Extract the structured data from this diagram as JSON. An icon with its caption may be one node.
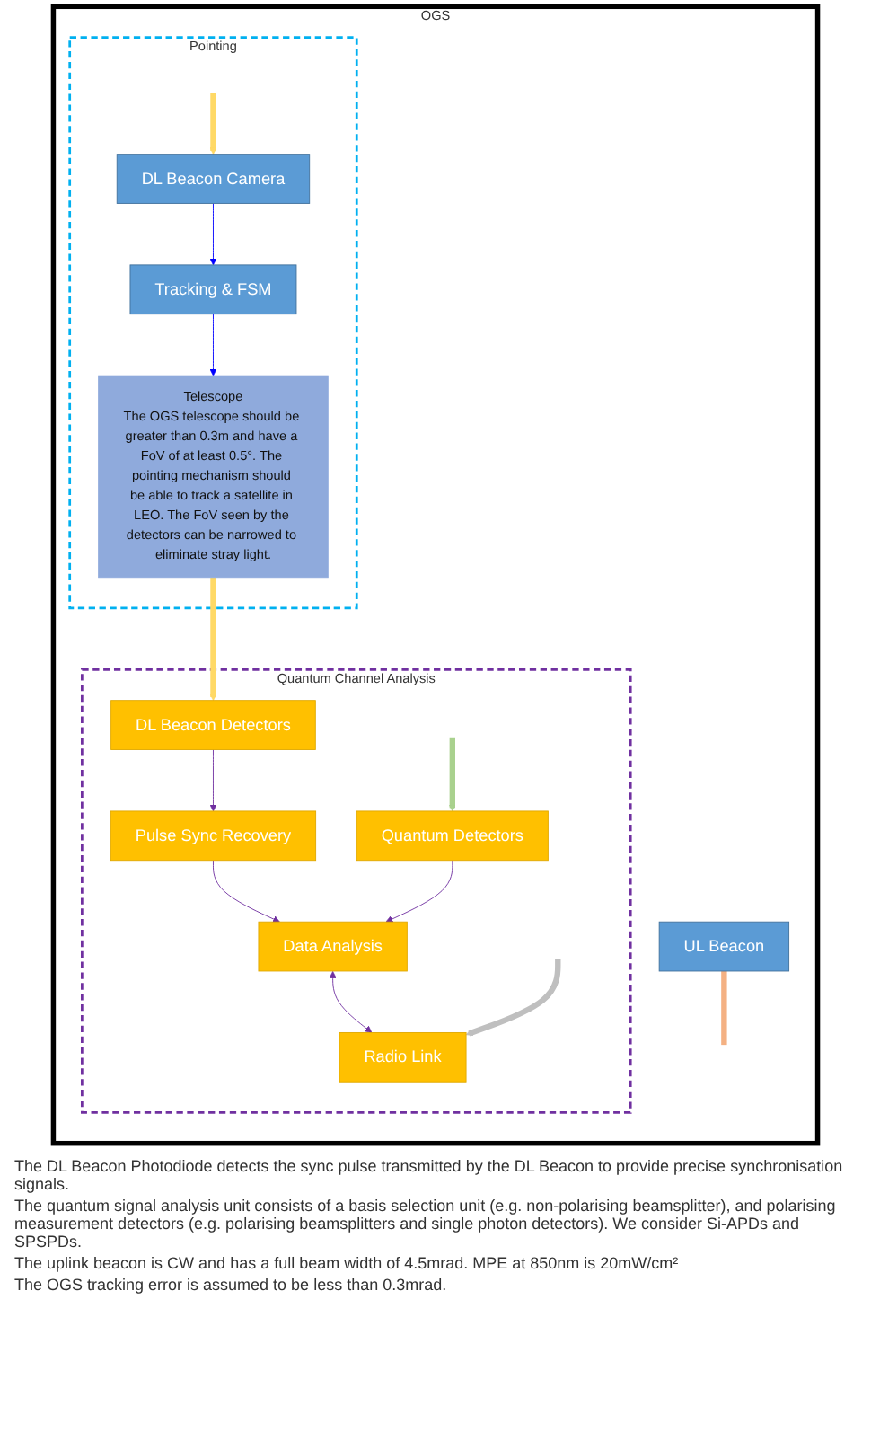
{
  "diagram": {
    "nodes": [
      {
        "text": [
          "OGS"
        ]
      },
      {
        "text": [
          "Quantum Channel Analysis"
        ],
        "in": 0
      },
      {
        "text": [
          "Data Analysis"
        ],
        "in": 1
      },
      {
        "text": [
          "Radio Link"
        ],
        "in": 1
      },
      {
        "text": [
          "Pulse Sync Recovery"
        ],
        "in": 1
      },
      {
        "text": [
          "DL Beacon Detectors"
        ],
        "in": 1
      },
      {
        "text": [
          "Pointing"
        ],
        "in": 0
      },
      {
        "text": [
          "DL Beacon Camera"
        ],
        "in": 6
      },
      {
        "text": [
          "Telescope",
          "The OGS telescope should be greater than 0.3m and have a FoV of at least 0.5°. The pointing mechanism should be able to track a satellite in LEO. The FoV seen by the detectors can be narrowed to eliminate stray light."
        ],
        "in": 6
      },
      {
        "text": [
          "Quantum Detectors"
        ],
        "in": 1
      },
      {
        "text": [
          "UL Beacon"
        ],
        "in": 0
      },
      {
        "text": [
          "Tracking & FSM"
        ],
        "in": 6
      }
    ],
    "edges": [
      {
        "from": 2,
        "to": 3,
        "arrow": "both",
        "color": "#7030a0"
      },
      {
        "from": 4,
        "to": 2,
        "arrow": "to",
        "color": "#7030a0"
      },
      {
        "from": 5,
        "to": 4,
        "arrow": "to",
        "color": "#7030a0"
      },
      {
        "from": 9,
        "to": 2,
        "arrow": "to",
        "color": "#7030a0"
      },
      {
        "from": 7,
        "to": 11,
        "arrow": "to",
        "color": "#0000ff"
      },
      {
        "from": 11,
        "to": 8,
        "arrow": "to",
        "color": "#0000ff"
      },
      {
        "from": 8,
        "to": 5,
        "arrow": "to",
        "style": "thick",
        "color": "#ffd966"
      },
      {
        "from": null,
        "to": 7,
        "arrow": "to",
        "style": "thick",
        "color": "#ffd966"
      },
      {
        "from": null,
        "to": 9,
        "arrow": "to",
        "style": "thick",
        "color": "#a9d18e"
      },
      {
        "from": null,
        "to": 3,
        "arrow": "to",
        "style": "thick",
        "color": "#bfbfbf"
      },
      {
        "from": 10,
        "to": null,
        "arrow": "none",
        "style": "thick",
        "color": "#f4b183"
      }
    ],
    "labels": [
      "The DL Beacon Photodiode detects the sync pulse transmitted by the DL Beacon to provide precise synchronisation signals.",
      "The quantum signal analysis unit consists of a basis selection unit (e.g. non-polarising beamsplitter), and polarising measurement detectors (e.g. polarising beamsplitters and single photon detectors). We consider Si-APDs and SPSPDs.",
      "The uplink beacon is CW and has a full beam width of 4.5mrad. MPE at 850nm is 20mW/cm²",
      "The OGS tracking error is assumed to be less than 0.3mrad."
    ]
  }
}
